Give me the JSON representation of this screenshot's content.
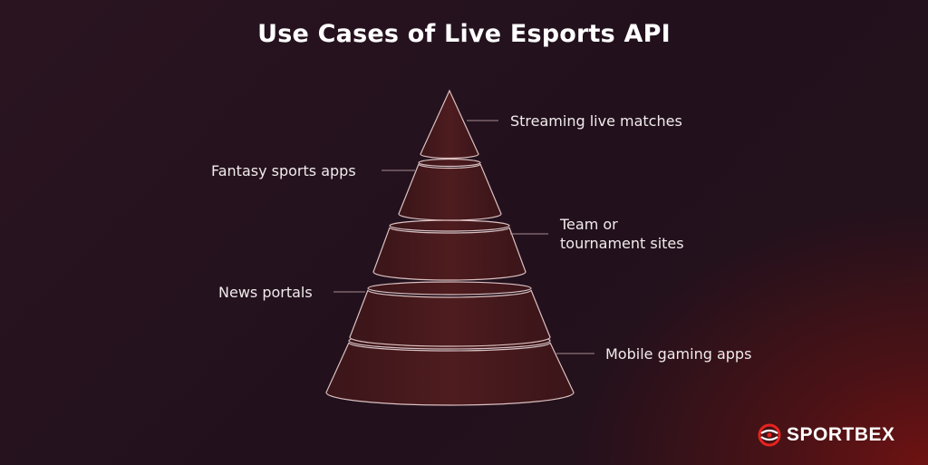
{
  "title": "Use Cases of Live Esports API",
  "levels": [
    {
      "label": "Streaming live matches"
    },
    {
      "label": "Fantasy sports apps"
    },
    {
      "label_line1": "Team or",
      "label_line2": "tournament sites"
    },
    {
      "label": "News portals"
    },
    {
      "label": "Mobile gaming apps"
    }
  ],
  "brand": {
    "name": "SPORTBEX",
    "logo_icon": "sportbex-ball-logo-icon"
  },
  "colors": {
    "background": "#24121c",
    "accent_glow": "#6e1212",
    "segment_fill": "#4a1c1e",
    "outline": "#d9b8b8"
  }
}
